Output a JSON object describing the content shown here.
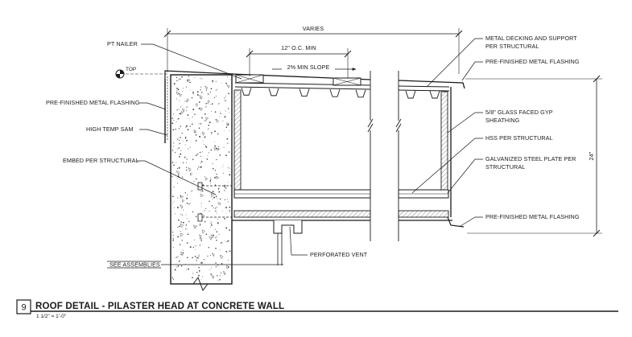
{
  "title": "ROOF DETAIL - PILASTER HEAD AT CONCRETE WALL",
  "scale": "1 1/2\" = 1'-0\"",
  "detail_number": "9",
  "dimensions": {
    "overall_width": "VARIES",
    "spacing": "12\" O.C. MIN",
    "slope": "2% MIN SLOPE",
    "height": "24\"",
    "top_marker": "TOP"
  },
  "callouts": {
    "pt_nailer": "PT NAILER",
    "metal_flashing_left": "PRE-FINISHED METAL FLASHING",
    "high_temp_sam": "HIGH TEMP SAM",
    "embed": "EMBED PER STRUCTURAL",
    "see_assemblies": "SEE ASSEMBLIES",
    "perforated_vent": "PERFORATED VENT",
    "metal_decking_1": "METAL DECKING AND SUPPORT",
    "metal_decking_2": "PER STRUCTURAL",
    "metal_flashing_top": "PRE-FINISHED METAL FLASHING",
    "gyp_1": "5/8\" GLASS FACED GYP",
    "gyp_2": "SHEATHING",
    "hss": "HSS PER STRUCTURAL",
    "plate_1": "GALVANIZED STEEL PLATE PER",
    "plate_2": "STRUCTURAL",
    "metal_flashing_bottom": "PRE-FINISHED METAL FLASHING"
  },
  "colors": {
    "line": "#1a1a1a",
    "hatch": "#555555"
  }
}
